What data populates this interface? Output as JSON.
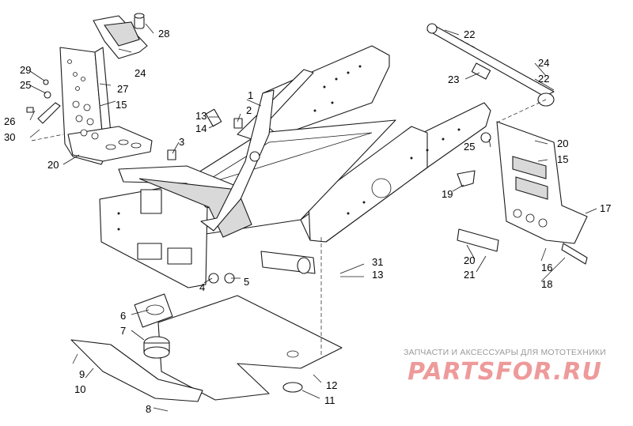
{
  "diagram": {
    "callouts": {
      "c1": "1",
      "c2": "2",
      "c3": "3",
      "c4": "4",
      "c5": "5",
      "c6": "6",
      "c7": "7",
      "c8": "8",
      "c9": "9",
      "c10": "10",
      "c11": "11",
      "c12": "12",
      "c13a": "13",
      "c13b": "13",
      "c14": "14",
      "c15a": "15",
      "c15b": "15",
      "c16": "16",
      "c17": "17",
      "c18": "18",
      "c19": "19",
      "c20a": "20",
      "c20b": "20",
      "c20c": "20",
      "c21": "21",
      "c22a": "22",
      "c22b": "22",
      "c23": "23",
      "c24a": "24",
      "c24b": "24",
      "c25a": "25",
      "c25b": "25",
      "c26": "26",
      "c27": "27",
      "c28": "28",
      "c29": "29",
      "c30": "30",
      "c31": "31"
    }
  },
  "watermark": {
    "tagline": "ЗАПЧАСТИ И АКСЕССУАРЫ ДЛЯ МОТОТЕХНИКИ",
    "brand": "PARTSFOR.RU"
  }
}
